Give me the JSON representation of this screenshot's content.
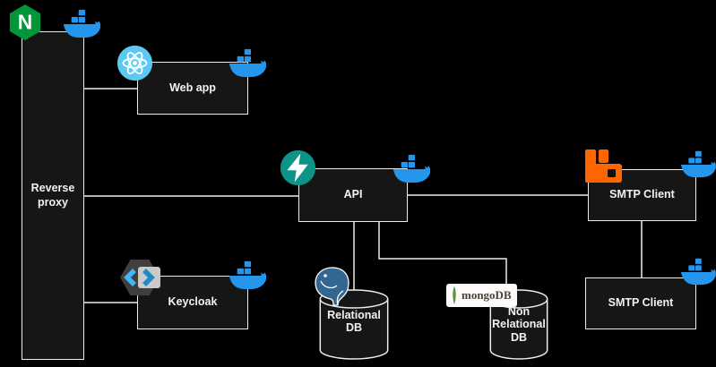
{
  "nodes": {
    "reverse_proxy": {
      "label": "Reverse proxy"
    },
    "web_app": {
      "label": "Web app"
    },
    "api": {
      "label": "API"
    },
    "keycloak": {
      "label": "Keycloak"
    },
    "smtp_client_1": {
      "label": "SMTP Client"
    },
    "smtp_client_2": {
      "label": "SMTP Client"
    },
    "relational_db": {
      "label": "Relational DB"
    },
    "non_relational_db": {
      "label": "Non Relational DB"
    }
  },
  "logos": {
    "nginx_letter": "N",
    "mongodb_text": "mongoDB"
  },
  "icons": {
    "nginx": "nginx-icon",
    "docker": "docker-icon",
    "react": "react-icon",
    "fastapi": "fastapi-icon",
    "keycloak": "keycloak-icon",
    "rabbitmq": "rabbitmq-icon",
    "postgresql": "postgresql-icon",
    "mongodb_leaf": "mongodb-leaf-icon"
  },
  "colors": {
    "background": "#000000",
    "node_fill": "#161616",
    "node_border": "#ededed",
    "connector": "#ededed",
    "label_text": "#f2f2f2",
    "nginx_green": "#019639",
    "docker_blue": "#2496ed",
    "react_blue": "#5bc9f0",
    "fastapi_teal": "#0d9488",
    "rabbitmq_orange": "#ff6600",
    "postgres_blue": "#336791",
    "keycloak_blue": "#40b9f4",
    "keycloak_blue_dark": "#1e8bc8",
    "mongo_leaf_green": "#599636",
    "mongo_text": "#4f4437"
  }
}
